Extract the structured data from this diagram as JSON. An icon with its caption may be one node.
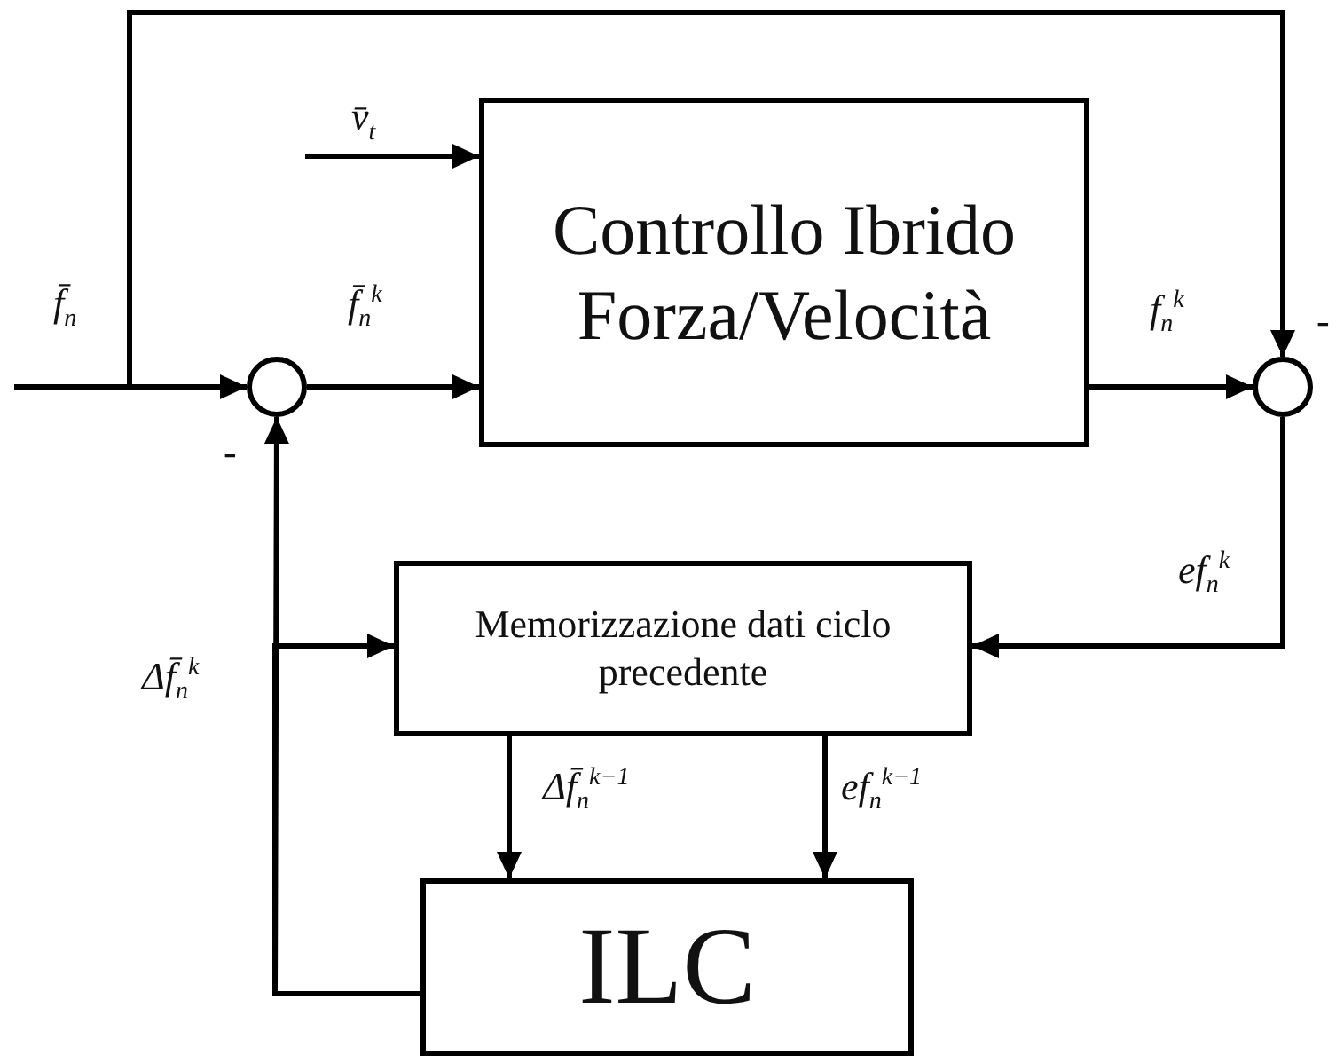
{
  "diagram": {
    "nodes": [
      {
        "text": [
          "Controllo Ibrido Forza/Velocità"
        ]
      },
      {
        "text": [
          "Memorizzazione dati ciclo precedente"
        ]
      },
      {
        "text": [
          "ILC"
        ]
      },
      {
        "text": [],
        "shape": "circle"
      },
      {
        "text": [],
        "shape": "circle"
      }
    ],
    "edges": [
      {
        "from": null,
        "to": 3,
        "arrow": "to",
        "label": "f̄$_{n}$"
      },
      {
        "from": null,
        "to": 4,
        "arrow": "to"
      },
      {
        "from": null,
        "to": 0,
        "arrow": "to",
        "label": "v̄$_{t}$"
      },
      {
        "from": 3,
        "to": 0,
        "arrow": "to",
        "label": "f̄$_{n}$$^{k}$"
      },
      {
        "from": 0,
        "to": 4,
        "arrow": "to",
        "label": "f$_{n}$$^{k}$"
      },
      {
        "from": 4,
        "to": 1,
        "arrow": "to",
        "label": "ef$_{n}$$^{k}$"
      },
      {
        "from": 2,
        "to": 3,
        "arrow": "to",
        "label": "Δf̄$_{n}$$^{k}$"
      },
      {
        "from": 2,
        "to": 1,
        "arrow": "to"
      },
      {
        "from": 1,
        "to": 2,
        "arrow": "to",
        "label": "Δf̄$_{n}$$^{k−1}$"
      },
      {
        "from": 1,
        "to": 2,
        "arrow": "to",
        "label": "ef$_{n}$$^{k−1}$"
      }
    ],
    "labels": [
      "-",
      "-"
    ]
  }
}
